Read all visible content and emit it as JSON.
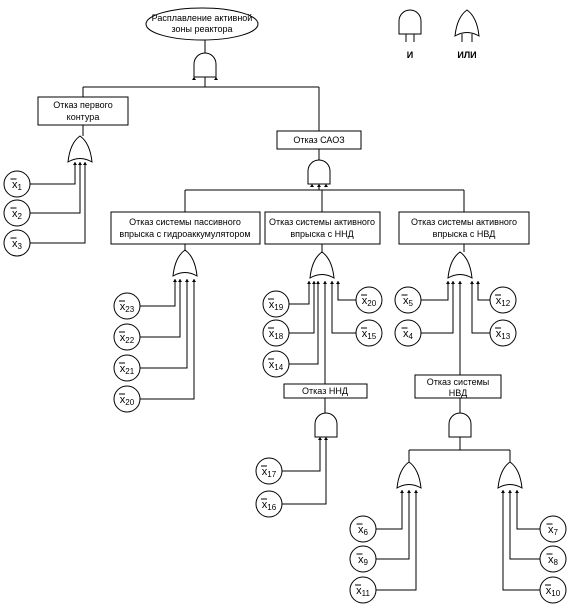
{
  "top_event": {
    "line1": "Расплавление активной",
    "line2": "зоны реактора"
  },
  "legend": {
    "and": "И",
    "or": "ИЛИ"
  },
  "nodes": {
    "primary_loop": {
      "line1": "Отказ первого",
      "line2": "контура"
    },
    "saoz": {
      "line1": "Отказ САОЗ"
    },
    "passive": {
      "line1": "Отказ системы пассивного",
      "line2": "впрыска с гидроаккумулятором"
    },
    "active_low": {
      "line1": "Отказ системы активного",
      "line2": "впрыска с ННД"
    },
    "active_high": {
      "line1": "Отказ системы активного",
      "line2": "впрыска с НВД"
    },
    "nnd": {
      "line1": "Отказ ННД"
    },
    "nvd": {
      "line1": "Отказ системы",
      "line2": "НВД"
    }
  },
  "events": {
    "x1": {
      "letter": "x",
      "index": "1"
    },
    "x2": {
      "letter": "x",
      "index": "2"
    },
    "x3": {
      "letter": "x",
      "index": "3"
    },
    "x23": {
      "letter": "x",
      "index": "23"
    },
    "x22": {
      "letter": "x",
      "index": "22"
    },
    "x21": {
      "letter": "x",
      "index": "21"
    },
    "x20a": {
      "letter": "x",
      "index": "20"
    },
    "x19": {
      "letter": "x",
      "index": "19"
    },
    "x20b": {
      "letter": "x",
      "index": "20"
    },
    "x18": {
      "letter": "x",
      "index": "18"
    },
    "x15": {
      "letter": "x",
      "index": "15"
    },
    "x14": {
      "letter": "x",
      "index": "14"
    },
    "x17": {
      "letter": "x",
      "index": "17"
    },
    "x16": {
      "letter": "x",
      "index": "16"
    },
    "x5": {
      "letter": "x",
      "index": "5"
    },
    "x12": {
      "letter": "x",
      "index": "12"
    },
    "x4": {
      "letter": "x",
      "index": "4"
    },
    "x13": {
      "letter": "x",
      "index": "13"
    },
    "x6": {
      "letter": "x",
      "index": "6"
    },
    "x7": {
      "letter": "x",
      "index": "7"
    },
    "x9": {
      "letter": "x",
      "index": "9"
    },
    "x8": {
      "letter": "x",
      "index": "8"
    },
    "x11": {
      "letter": "x",
      "index": "11"
    },
    "x10": {
      "letter": "x",
      "index": "10"
    }
  }
}
